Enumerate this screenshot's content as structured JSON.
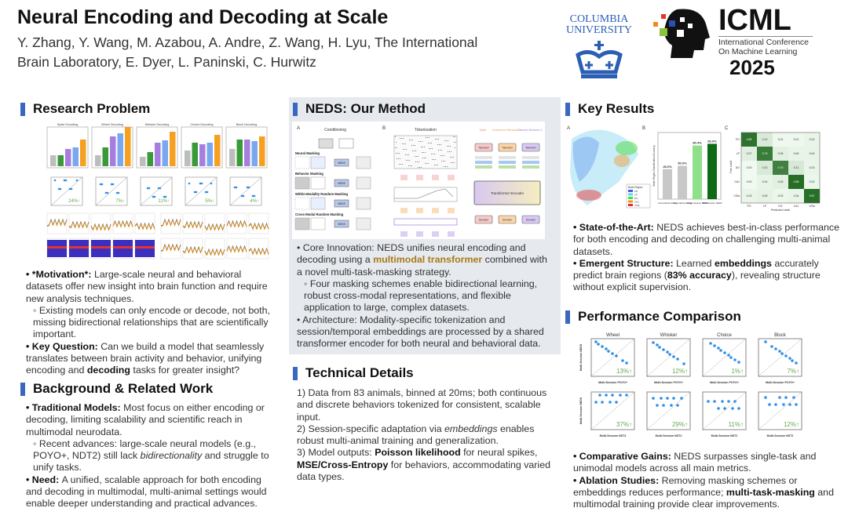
{
  "header": {
    "title": "Neural Encoding and Decoding at Scale",
    "authors_line1": "Y. Zhang, Y. Wang, M. Azabou, A. Andre, Z. Wang, H. Lyu, The International",
    "authors_line2": "Brain Laboratory, E. Dyer, L. Paninski, C. Hurwitz",
    "logos": {
      "columbia": [
        "COLUMBIA",
        "UNIVERSITY"
      ],
      "icml": "ICML",
      "icml_sub1": "International Conference",
      "icml_sub2": "On Machine Learning",
      "year": "2025"
    }
  },
  "colors": {
    "accent": "#3a68c0",
    "highlight": "#a87b1a",
    "gain": "#6aa84f",
    "point": "#2f8fe8"
  },
  "sections": {
    "research_problem": {
      "heading": "Research Problem",
      "figure": {
        "bar_titles": [
          "Spike Encoding",
          "Wheel Decoding",
          "Whisker Decoding",
          "Choice Decoding",
          "Block Decoding"
        ],
        "scatter_gains": [
          "24%↑",
          "7%↑",
          "11%↑",
          "5%↑",
          "4%↑"
        ]
      },
      "bullets": [
        {
          "cls": "",
          "segs": [
            {
              "t": "• *Motivation*: ",
              "s": "b"
            },
            {
              "t": "Large-scale neural and behavioral datasets offer new insight into brain function and require new analysis techniques."
            }
          ]
        },
        {
          "cls": "sub",
          "segs": [
            {
              "t": "◦ Existing models can only encode or decode, not both, missing bidirectional relationships that are scientifically important."
            }
          ]
        },
        {
          "cls": "",
          "segs": [
            {
              "t": "• Key Question: ",
              "s": "b"
            },
            {
              "t": "Can we build a model that seamlessly translates between brain activity and behavior, unifying encoding and "
            },
            {
              "t": "decoding",
              "s": "b"
            },
            {
              "t": " tasks for greater insight?"
            }
          ]
        }
      ]
    },
    "background": {
      "heading": "Background & Related Work",
      "bullets": [
        {
          "cls": "",
          "segs": [
            {
              "t": "• Traditional Models: ",
              "s": "b"
            },
            {
              "t": "Most focus on either encoding or decoding, limiting scalability and scientific reach in multimodal neurodata."
            }
          ]
        },
        {
          "cls": "sub",
          "segs": [
            {
              "t": "◦ Recent advances: large-scale neural models (e.g., POYO+, NDT2) still lack "
            },
            {
              "t": "bidirectionality",
              "s": "i"
            },
            {
              "t": " and struggle to unify tasks."
            }
          ]
        },
        {
          "cls": "",
          "segs": [
            {
              "t": "• Need: ",
              "s": "b"
            },
            {
              "t": "A unified, scalable approach for both encoding and decoding in multimodal, multi-animal settings would enable deeper understanding and practical advances."
            }
          ]
        }
      ]
    },
    "method": {
      "heading": "NEDS: Our Method",
      "figure": {
        "panel_a": "A",
        "panel_b": "B",
        "conditioning": "Conditioning",
        "tokenization": "Tokenization",
        "masks": [
          "Neural Masking",
          "Behavior Masking",
          "Within-Modality Random Masking",
          "Cross-Modal Random Masking"
        ],
        "model": "NEDS",
        "modalities": [
          "Spike",
          "Continuous Behavior 1",
          "Discrete Behavior 1"
        ],
        "tokenizer": "Tokenizer",
        "decoder": "Decoder",
        "encoder": "Transformer Encoder"
      },
      "bullets": [
        {
          "cls": "",
          "segs": [
            {
              "t": "• Core Innovation: NEDS unifies neural encoding and decoding using a "
            },
            {
              "t": "multimodal transformer",
              "s": "gold"
            },
            {
              "t": " combined with a novel multi-task-masking strategy."
            }
          ]
        },
        {
          "cls": "sub",
          "segs": [
            {
              "t": "◦ Four masking schemes enable bidirectional learning, robust cross-modal representations, and flexible application to large, complex datasets."
            }
          ]
        },
        {
          "cls": "",
          "segs": [
            {
              "t": "• Architecture: Modality-specific tokenization and session/temporal embeddings are processed by a shared transformer encoder for both neural and behavioral data."
            }
          ]
        }
      ]
    },
    "technical": {
      "heading": "Technical Details",
      "bullets": [
        {
          "cls": "",
          "segs": [
            {
              "t": "1) Data from 83 animals, binned at 20ms; both continuous and discrete behaviors tokenized for consistent, scalable input."
            }
          ]
        },
        {
          "cls": "",
          "segs": [
            {
              "t": "2) Session-specific adaptation via "
            },
            {
              "t": "embeddings",
              "s": "i"
            },
            {
              "t": " enables robust multi-animal training and generalization."
            }
          ]
        },
        {
          "cls": "",
          "segs": [
            {
              "t": "3) Model outputs: "
            },
            {
              "t": "Poisson likelihood",
              "s": "b"
            },
            {
              "t": " for neural spikes, "
            },
            {
              "t": "MSE/Cross-Entropy",
              "s": "b"
            },
            {
              "t": " for behaviors, accommodating varied data types."
            }
          ]
        }
      ]
    },
    "key_results": {
      "heading": "Key Results",
      "bullets": [
        {
          "cls": "",
          "segs": [
            {
              "t": "• State-of-the-Art: ",
              "s": "b"
            },
            {
              "t": "NEDS achieves best-in-class performance for both encoding and decoding on challenging multi-animal datasets."
            }
          ]
        },
        {
          "cls": "",
          "segs": [
            {
              "t": "• Emergent Structure: ",
              "s": "b"
            },
            {
              "t": "Learned "
            },
            {
              "t": "embeddings",
              "s": "b"
            },
            {
              "t": " accurately predict brain regions ("
            },
            {
              "t": "83% accuracy",
              "s": "b"
            },
            {
              "t": "), revealing structure without explicit supervision."
            }
          ]
        }
      ]
    },
    "performance": {
      "heading": "Performance Comparison",
      "bullets": [
        {
          "cls": "",
          "segs": [
            {
              "t": "• Comparative Gains: ",
              "s": "b"
            },
            {
              "t": "NEDS surpasses single-task and unimodal models across all main metrics."
            }
          ]
        },
        {
          "cls": "",
          "segs": [
            {
              "t": "• Ablation Studies: ",
              "s": "b"
            },
            {
              "t": "Removing masking schemes or embeddings reduces performance; "
            },
            {
              "t": "multi-task-masking",
              "s": "b"
            },
            {
              "t": " and multimodal training provide clear improvements."
            }
          ]
        }
      ]
    }
  },
  "chart_data": [
    {
      "type": "bar",
      "title": "B",
      "categories": [
        "Unimodal Encoding",
        "Unimodal Decoding",
        "Single-Session NEDS",
        "Multi-Session NEDS"
      ],
      "values": [
        45.0,
        50.0,
        80.4,
        83.0
      ],
      "value_labels": [
        "45.0%",
        "50.0%",
        "80.4%",
        "83.0%"
      ],
      "ylabel": "Brain Region Classification Accuracy",
      "ylim": [
        0,
        100
      ]
    },
    {
      "type": "heatmap",
      "title": "C",
      "labels": [
        "PO",
        "LP",
        "DG",
        "CA1",
        "VISa"
      ],
      "xlabel": "Predicted Label",
      "ylabel": "True Label",
      "matrix": [
        [
          0.85,
          0.1,
          0.01,
          0.01,
          0.03
        ],
        [
          0.07,
          0.79,
          0.06,
          0.04,
          0.04
        ],
        [
          0.0,
          0.1,
          0.76,
          0.11,
          0.03
        ],
        [
          0.0,
          0.04,
          0.06,
          0.88,
          0.02
        ],
        [
          0.03,
          0.05,
          0.02,
          0.04,
          0.87
        ]
      ],
      "legend_title": "Brain Region",
      "legend": [
        "PO",
        "LP",
        "DG",
        "CA1",
        "VISa"
      ],
      "legend_colors": [
        "#3a5fe0",
        "#4fd8f0",
        "#3ee03a",
        "#f0901a",
        "#e82a2a"
      ]
    },
    {
      "type": "scatter",
      "titles": [
        "Wheel",
        "Whisker",
        "Choice",
        "Block"
      ],
      "ylabel": "Multi-Session NEDS",
      "xlabels": [
        "Multi-Session POYO+",
        "Multi-Session NDT2"
      ],
      "gains": [
        [
          "13%↑",
          "12%↑",
          "1%↑",
          "7%↑"
        ],
        [
          "37%↑",
          "29%↑",
          "11%↑",
          "12%↑"
        ]
      ]
    }
  ]
}
